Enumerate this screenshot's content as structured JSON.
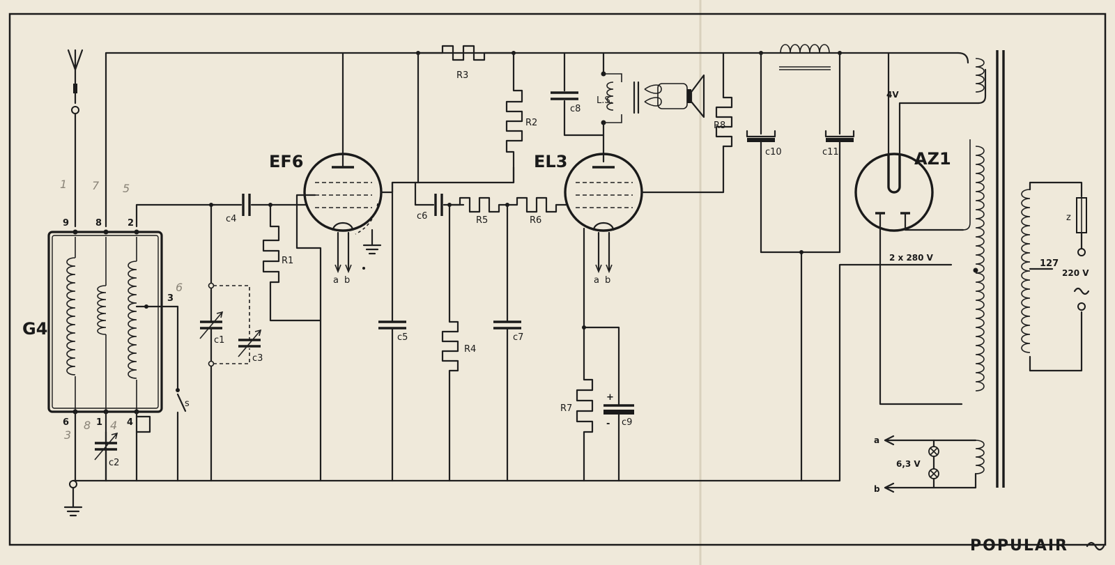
{
  "tubes": {
    "ef6": "EF6",
    "el3": "EL3",
    "az1": "AZ1"
  },
  "coil_unit": "G4",
  "pins": {
    "p9": "9",
    "p8": "8",
    "p2": "2",
    "p3": "3",
    "p6": "6",
    "p1": "1",
    "p4": "4"
  },
  "resistors": {
    "r1": "R1",
    "r2": "R2",
    "r3": "R3",
    "r4": "R4",
    "r5": "R5",
    "r6": "R6",
    "r7": "R7",
    "r8": "R8"
  },
  "capacitors": {
    "c1": "c1",
    "c2": "c2",
    "c3": "c3",
    "c4": "c4",
    "c5": "c5",
    "c6": "c6",
    "c7": "c7",
    "c8": "c8",
    "c9": "c9",
    "c10": "c10",
    "c11": "c11"
  },
  "switch": "s",
  "loudspeaker": "L.S.",
  "fuse": "z",
  "voltages": {
    "filament": "4V",
    "secondary": "2 x 280 V",
    "tap": "127",
    "mains": "220 V",
    "heater": "6,3 V"
  },
  "heater_terminals": {
    "a": "a",
    "b": "b"
  },
  "polarity": {
    "plus": "+",
    "minus": "-"
  },
  "brand": "POPULAIR",
  "pencil_marks": {
    "m1": "1",
    "m2": "7",
    "m3": "5",
    "m4": "6",
    "m5": "8",
    "m6": "4",
    "m7": "3"
  }
}
